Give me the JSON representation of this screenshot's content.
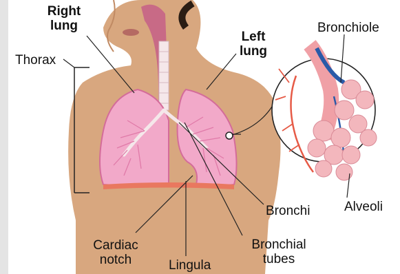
{
  "labels": {
    "right_lung": "Right\nlung",
    "left_lung": "Left\nlung",
    "thorax": "Thorax",
    "bronchiole": "Bronchiole",
    "bronchi": "Bronchi",
    "alveoli": "Alveoli",
    "cardiac_notch": "Cardiac\nnotch",
    "lingula": "Lingula",
    "bronchial_tubes": "Bronchial\ntubes"
  },
  "colors": {
    "skin": "#d8a77f",
    "skin_shadow": "#c08a63",
    "hair": "#2b1d14",
    "lung": "#f2a9c9",
    "lung_edge": "#d46c9a",
    "airway": "#f5e7ea",
    "blood": "#e65a46",
    "vein": "#2a5aa8",
    "alveoli": "#f3b7bd",
    "leader": "#222222"
  }
}
